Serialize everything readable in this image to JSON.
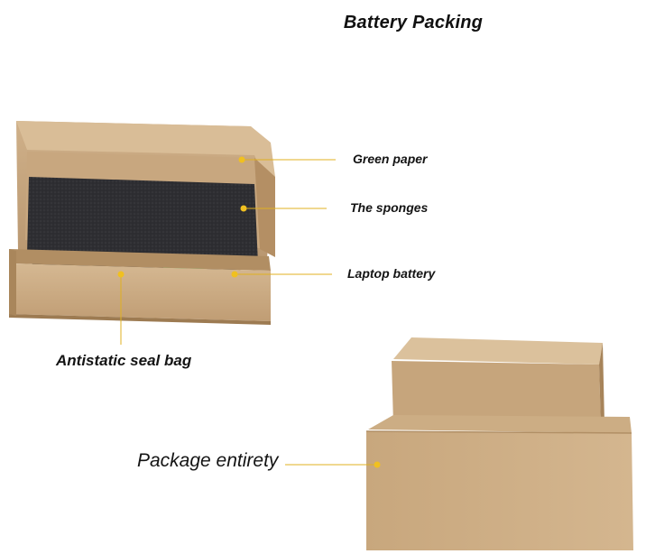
{
  "title": "Battery Packing",
  "callouts": {
    "green_paper": "Green paper",
    "sponges": "The sponges",
    "laptop_battery": "Laptop battery",
    "seal_bag": "Antistatic seal bag",
    "package": "Package entirety"
  },
  "colors": {
    "cardboard": "#c6a57c",
    "cardboard_dark": "#a9865b",
    "cardboard_light": "#dcc09a",
    "foam": "#2f2f33",
    "leader_line": "#e0b020",
    "marker_dot": "#f0c020",
    "battery_accent": "#3ab54a"
  }
}
